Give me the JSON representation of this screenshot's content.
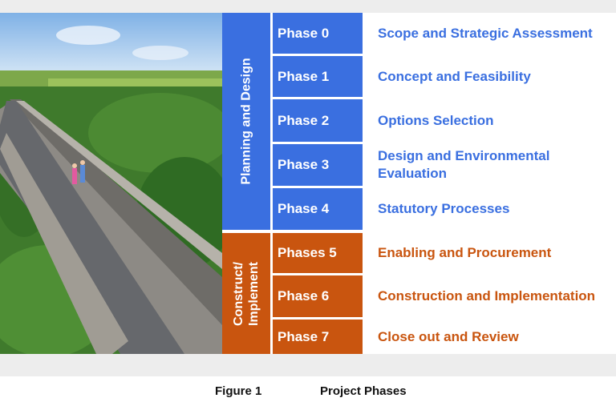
{
  "groups": [
    {
      "label": "Planning and Design",
      "color": "#3a6fe0"
    },
    {
      "label_line1": "Construct/",
      "label_line2": "Implement",
      "color": "#c9550f"
    }
  ],
  "phases": [
    {
      "name": "Phase 0",
      "description": "Scope and Strategic Assessment"
    },
    {
      "name": "Phase 1",
      "description": "Concept and Feasibility"
    },
    {
      "name": "Phase 2",
      "description": "Options Selection"
    },
    {
      "name": "Phase 3",
      "description": "Design and Environmental Evaluation"
    },
    {
      "name": "Phase 4",
      "description": "Statutory Processes"
    },
    {
      "name": "Phases 5",
      "description": "Enabling and Procurement"
    },
    {
      "name": "Phase 6",
      "description": "Construction and Implementation"
    },
    {
      "name": "Phase 7",
      "description": "Close out and Review"
    }
  ],
  "caption": {
    "figure": "Figure 1",
    "title": "Project Phases"
  }
}
